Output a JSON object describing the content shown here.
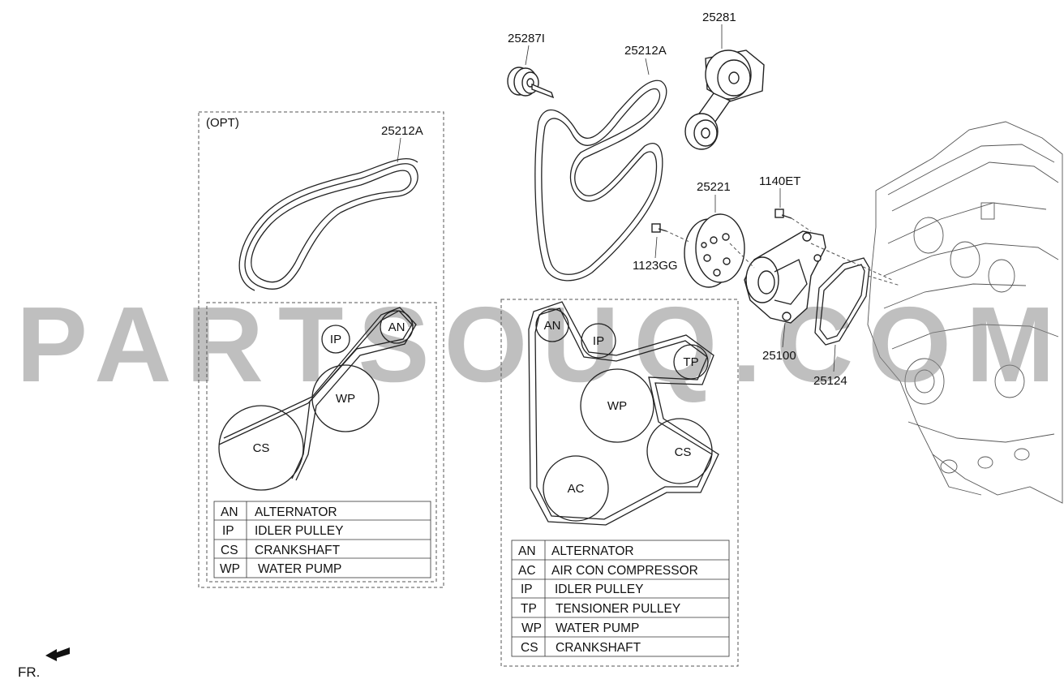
{
  "watermark": "PARTSOUQ.COM",
  "front_label": "FR.",
  "opt_box": {
    "title": "(OPT)",
    "belt_part": "25212A",
    "pulleys": {
      "an": "AN",
      "ip": "IP",
      "wp": "WP",
      "cs": "CS"
    },
    "legend": [
      {
        "code": "AN",
        "name": "ALTERNATOR"
      },
      {
        "code": "IP",
        "name": "IDLER PULLEY"
      },
      {
        "code": "CS",
        "name": "CRANKSHAFT"
      },
      {
        "code": "WP",
        "name": "WATER PUMP"
      }
    ]
  },
  "main_box": {
    "pulleys": {
      "an": "AN",
      "ip": "IP",
      "tp": "TP",
      "wp": "WP",
      "cs": "CS",
      "ac": "AC"
    },
    "legend": [
      {
        "code": "AN",
        "name": "ALTERNATOR"
      },
      {
        "code": "AC",
        "name": "AIR CON COMPRESSOR"
      },
      {
        "code": "IP",
        "name": "IDLER PULLEY"
      },
      {
        "code": "TP",
        "name": "TENSIONER PULLEY"
      },
      {
        "code": "WP",
        "name": "WATER PUMP"
      },
      {
        "code": "CS",
        "name": "CRANKSHAFT"
      }
    ]
  },
  "parts": {
    "idler": "25287I",
    "belt": "25212A",
    "tensioner": "25281",
    "pump_pulley": "25221",
    "bolt_a": "1140ET",
    "bolt_b": "1123GG",
    "pump": "25100",
    "gasket": "25124"
  }
}
